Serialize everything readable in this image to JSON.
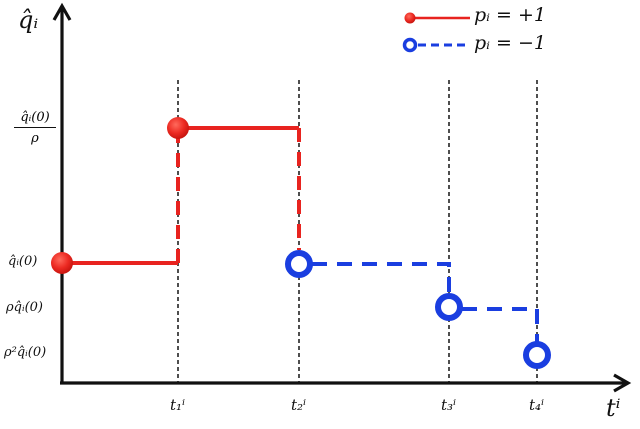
{
  "chart_data": {
    "type": "step-diagram",
    "title": "",
    "axes": {
      "y_label": "q̂ᵢ",
      "x_label": "tⁱ",
      "y_ticks": [
        "q̂ᵢ(0)/ρ",
        "q̂ᵢ(0)",
        "ρq̂ᵢ(0)",
        "ρ²q̂ᵢ(0)"
      ],
      "x_ticks": [
        "t₁ⁱ",
        "t₂ⁱ",
        "t₃ⁱ",
        "t₄ⁱ"
      ],
      "vertical_guides": "dashed black lines at each tⱼⁱ"
    },
    "legend": [
      {
        "label": "pᵢ = +1",
        "color": "#e8231f",
        "marker": "filled circle",
        "line": "solid"
      },
      {
        "label": "pᵢ = −1",
        "color": "#1a3ee0",
        "marker": "hollow circle",
        "line": "dashed"
      }
    ],
    "series": [
      {
        "name": "pᵢ = +1",
        "color": "#e8231f",
        "points": [
          {
            "t": "0",
            "value": "q̂ᵢ(0)"
          },
          {
            "t": "t₁ⁱ",
            "value": "q̂ᵢ(0)/ρ"
          }
        ],
        "segments": [
          {
            "from": "0",
            "to": "t₁ⁱ",
            "level": "q̂ᵢ(0)",
            "style": "solid"
          },
          {
            "at": "t₁ⁱ",
            "from_level": "q̂ᵢ(0)",
            "to_level": "q̂ᵢ(0)/ρ",
            "style": "dashed-vertical"
          },
          {
            "from": "t₁ⁱ",
            "to": "t₂ⁱ",
            "level": "q̂ᵢ(0)/ρ",
            "style": "solid"
          },
          {
            "at": "t₂ⁱ",
            "from_level": "q̂ᵢ(0)/ρ",
            "to_level": "q̂ᵢ(0)",
            "style": "dashed-vertical"
          }
        ]
      },
      {
        "name": "pᵢ = −1",
        "color": "#1a3ee0",
        "points": [
          {
            "t": "t₂ⁱ",
            "value": "q̂ᵢ(0)"
          },
          {
            "t": "t₃ⁱ",
            "value": "ρq̂ᵢ(0)"
          },
          {
            "t": "t₄ⁱ",
            "value": "ρ²q̂ᵢ(0)"
          }
        ],
        "segments": [
          {
            "from": "t₂ⁱ",
            "to": "t₃ⁱ",
            "level": "q̂ᵢ(0)",
            "style": "dashed"
          },
          {
            "from": "t₃ⁱ",
            "to": "t₄ⁱ",
            "level": "ρq̂ᵢ(0)",
            "style": "dashed"
          }
        ]
      }
    ]
  },
  "labels": {
    "y_axis": "q̂ᵢ",
    "x_axis": "tⁱ",
    "y_frac_num": "q̂ᵢ(0)",
    "y_frac_den": "ρ",
    "y_q0": "q̂ᵢ(0)",
    "y_rho": "ρq̂ᵢ(0)",
    "y_rho2": "ρ²q̂ᵢ(0)",
    "t1": "t₁ⁱ",
    "t2": "t₂ⁱ",
    "t3": "t₃ⁱ",
    "t4": "t₄ⁱ",
    "legend_pos": "pᵢ = +1",
    "legend_neg": "pᵢ = −1"
  },
  "colors": {
    "red": "#e8231f",
    "blue": "#1a3ee0",
    "axis": "#111111"
  }
}
